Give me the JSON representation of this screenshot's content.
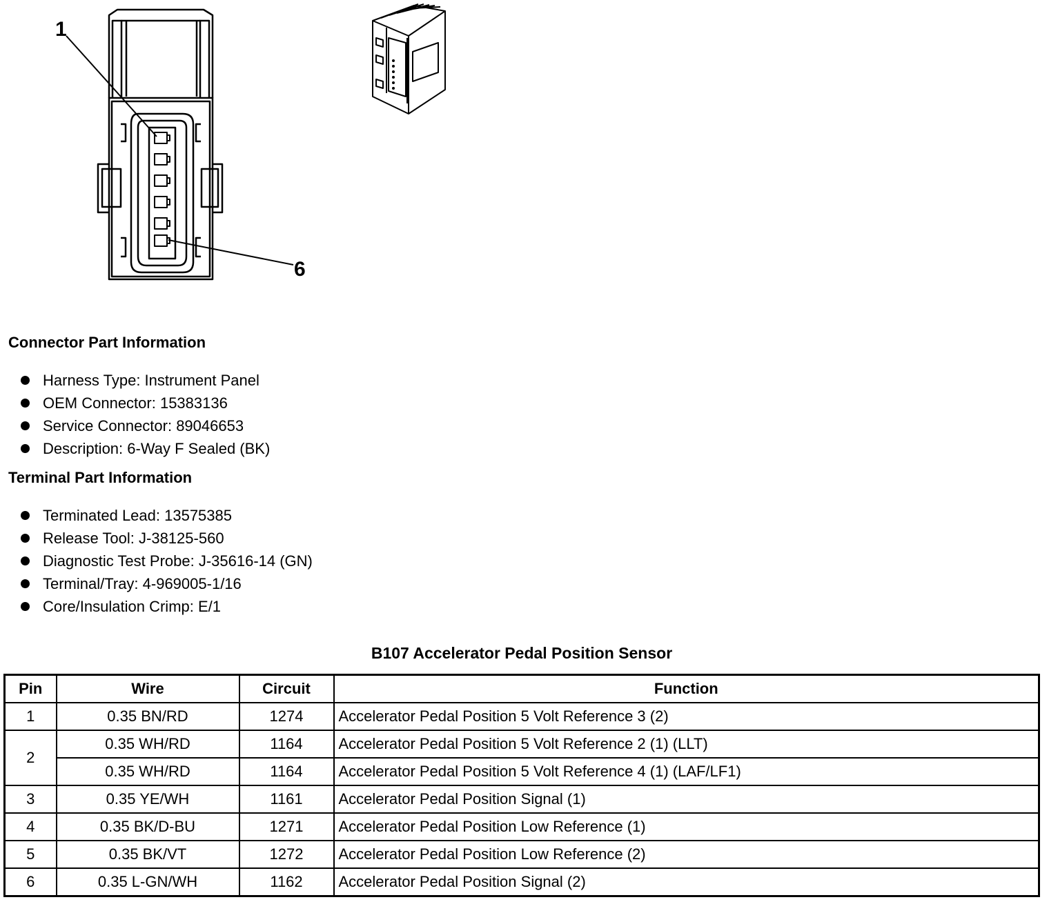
{
  "connector_diagram": {
    "callout_first": "1",
    "callout_last": "6"
  },
  "connector_part_info": {
    "heading": "Connector Part Information",
    "items": [
      "Harness Type: Instrument Panel",
      "OEM Connector: 15383136",
      "Service Connector: 89046653",
      "Description: 6-Way F Sealed (BK)"
    ]
  },
  "terminal_part_info": {
    "heading": "Terminal Part Information",
    "items": [
      "Terminated Lead: 13575385",
      "Release Tool: J-38125-560",
      "Diagnostic Test Probe: J-35616-14 (GN)",
      "Terminal/Tray: 4-969005-1/16",
      "Core/Insulation Crimp: E/1"
    ]
  },
  "pin_table": {
    "title": "B107 Accelerator Pedal Position Sensor",
    "headers": [
      "Pin",
      "Wire",
      "Circuit",
      "Function"
    ],
    "rows": [
      {
        "pin": "1",
        "wire": "0.35 BN/RD",
        "circuit": "1274",
        "function": "Accelerator Pedal Position 5 Volt Reference 3 (2)"
      },
      {
        "pin": "2",
        "wire": "0.35 WH/RD",
        "circuit": "1164",
        "function": "Accelerator Pedal Position 5 Volt Reference 2 (1) (LLT)"
      },
      {
        "pin": "",
        "wire": "0.35 WH/RD",
        "circuit": "1164",
        "function": "Accelerator Pedal Position 5 Volt Reference 4 (1) (LAF/LF1)"
      },
      {
        "pin": "3",
        "wire": "0.35 YE/WH",
        "circuit": "1161",
        "function": "Accelerator Pedal Position Signal (1)"
      },
      {
        "pin": "4",
        "wire": "0.35 BK/D-BU",
        "circuit": "1271",
        "function": "Accelerator Pedal Position Low Reference (1)"
      },
      {
        "pin": "5",
        "wire": "0.35 BK/VT",
        "circuit": "1272",
        "function": "Accelerator Pedal Position Low Reference (2)"
      },
      {
        "pin": "6",
        "wire": "0.35 L-GN/WH",
        "circuit": "1162",
        "function": "Accelerator Pedal Position Signal (2)"
      }
    ]
  }
}
